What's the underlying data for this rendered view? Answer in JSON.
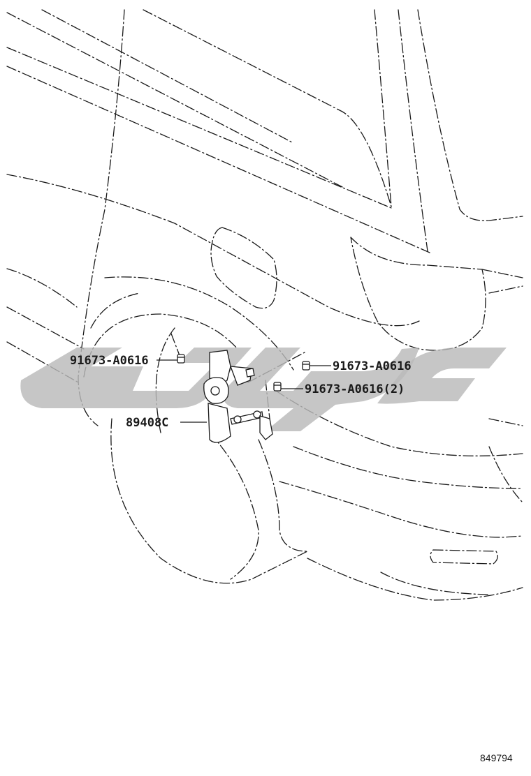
{
  "diagram": {
    "callouts": [
      {
        "id": "bolt-left",
        "part_number": "91673-A0616"
      },
      {
        "id": "bolt-right",
        "part_number": "91673-A0616"
      },
      {
        "id": "bolt-pair",
        "part_number": "91673-A0616(2)"
      },
      {
        "id": "sensor",
        "part_number": "89408C"
      }
    ],
    "illustration_number": "849794"
  },
  "watermark": {
    "color": "#b9b9b9",
    "icon": "stylized-logo-watermark"
  }
}
